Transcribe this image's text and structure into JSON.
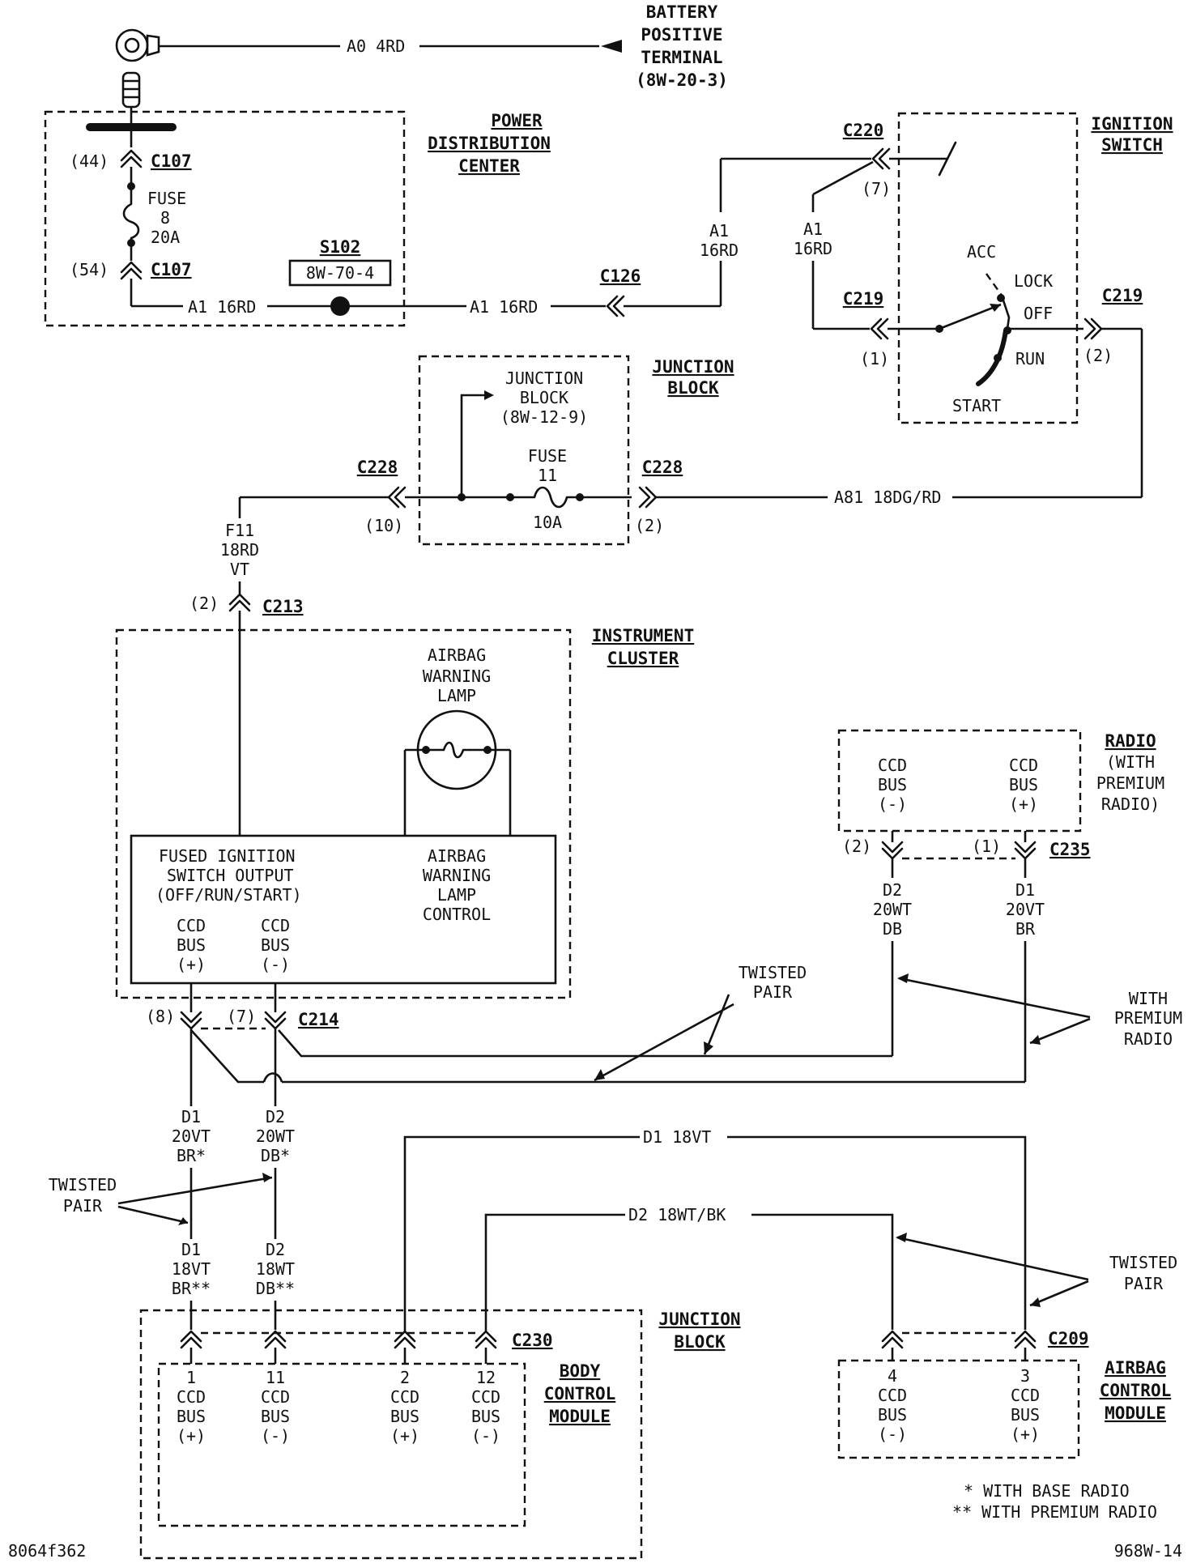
{
  "battery": {
    "title_l1": "BATTERY",
    "title_l2": "POSITIVE",
    "title_l3": "TERMINAL",
    "title_l4": "(8W-20-3)",
    "wire": "A0 4RD"
  },
  "pdc": {
    "title_l1": "POWER",
    "title_l2": "DISTRIBUTION",
    "title_l3": "CENTER",
    "conn": "C107",
    "pin_top": "(44)",
    "pin_bot": "(54)",
    "fuse_l1": "FUSE",
    "fuse_l2": "8",
    "fuse_l3": "20A",
    "splice": "S102",
    "splice_ref": "8W-70-4",
    "wire_in": "A1 16RD",
    "wire_out": "A1 16RD"
  },
  "c126": "C126",
  "ign": {
    "title_l1": "IGNITION",
    "title_l2": "SWITCH",
    "c220": "C220",
    "c220_pin": "(7)",
    "c219": "C219",
    "c219_pin1": "(1)",
    "c219_pin2": "(2)",
    "acc": "ACC",
    "lock": "LOCK",
    "off": "OFF",
    "run": "RUN",
    "start": "START",
    "wire_a_l1": "A1",
    "wire_a_l2": "16RD",
    "wire_b_l1": "A1",
    "wire_b_l2": "16RD"
  },
  "jb1": {
    "title_l1": "JUNCTION",
    "title_l2": "BLOCK",
    "ref_l1": "JUNCTION",
    "ref_l2": "BLOCK",
    "ref_l3": "(8W-12-9)",
    "fuse_l1": "FUSE",
    "fuse_l2": "11",
    "fuse_l3": "10A",
    "c228": "C228",
    "pin_l": "(10)",
    "pin_r": "(2)",
    "wire_r": "A81 18DG/RD"
  },
  "f11": {
    "l1": "F11",
    "l2": "18RD",
    "l3": "VT"
  },
  "c213": {
    "name": "C213",
    "pin": "(2)"
  },
  "cluster": {
    "title_l1": "INSTRUMENT",
    "title_l2": "CLUSTER",
    "lamp_l1": "AIRBAG",
    "lamp_l2": "WARNING",
    "lamp_l3": "LAMP",
    "fused_l1": "FUSED IGNITION",
    "fused_l2": "SWITCH OUTPUT",
    "fused_l3": "(OFF/RUN/START)",
    "ctl_l1": "AIRBAG",
    "ctl_l2": "WARNING",
    "ctl_l3": "LAMP",
    "ctl_l4": "CONTROL",
    "busp_l1": "CCD",
    "busp_l2": "BUS",
    "busp_l3": "(+)",
    "busn_l1": "CCD",
    "busn_l2": "BUS",
    "busn_l3": "(-)"
  },
  "c214": {
    "name": "C214",
    "pin8": "(8)",
    "pin7": "(7)"
  },
  "radio": {
    "title_l1": "RADIO",
    "title_l2": "(WITH",
    "title_l3": "PREMIUM",
    "title_l4": "RADIO)",
    "busn_l1": "CCD",
    "busn_l2": "BUS",
    "busn_l3": "(-)",
    "busp_l1": "CCD",
    "busp_l2": "BUS",
    "busp_l3": "(+)",
    "c235": "C235",
    "pin2": "(2)",
    "pin1": "(1)",
    "d2_l1": "D2",
    "d2_l2": "20WT",
    "d2_l3": "DB",
    "d1_l1": "D1",
    "d1_l2": "20VT",
    "d1_l3": "BR"
  },
  "notes": {
    "tw1_l1": "TWISTED",
    "tw1_l2": "PAIR",
    "prem_l1": "WITH",
    "prem_l2": "PREMIUM",
    "prem_l3": "RADIO",
    "tw2_l1": "TWISTED",
    "tw2_l2": "PAIR",
    "tw3_l1": "TWISTED",
    "tw3_l2": "PAIR",
    "foot1": "* WITH BASE RADIO",
    "foot2": "** WITH PREMIUM RADIO"
  },
  "left_wires": {
    "a_l1": "D1",
    "a_l2": "20VT",
    "a_l3": "BR*",
    "b_l1": "D2",
    "b_l2": "20WT",
    "b_l3": "DB*",
    "c_l1": "D1",
    "c_l2": "18VT",
    "c_l3": "BR**",
    "d_l1": "D2",
    "d_l2": "18WT",
    "d_l3": "DB**"
  },
  "mid_wires": {
    "d1": "D1 18VT",
    "d2": "D2 18WT/BK"
  },
  "jb2": {
    "title_l1": "JUNCTION",
    "title_l2": "BLOCK",
    "c230": "C230"
  },
  "bcm": {
    "title_l1": "BODY",
    "title_l2": "CONTROL",
    "title_l3": "MODULE",
    "p1": "1",
    "p11": "11",
    "p2": "2",
    "p12": "12",
    "ccd": "CCD",
    "bus": "BUS",
    "plus": "(+)",
    "minus": "(-)"
  },
  "acm": {
    "title_l1": "AIRBAG",
    "title_l2": "CONTROL",
    "title_l3": "MODULE",
    "c209": "C209",
    "p4": "4",
    "p3": "3",
    "ccd": "CCD",
    "bus": "BUS",
    "plus": "(+)",
    "minus": "(-)"
  },
  "footer": {
    "left": "8064f362",
    "right": "968W-14"
  }
}
